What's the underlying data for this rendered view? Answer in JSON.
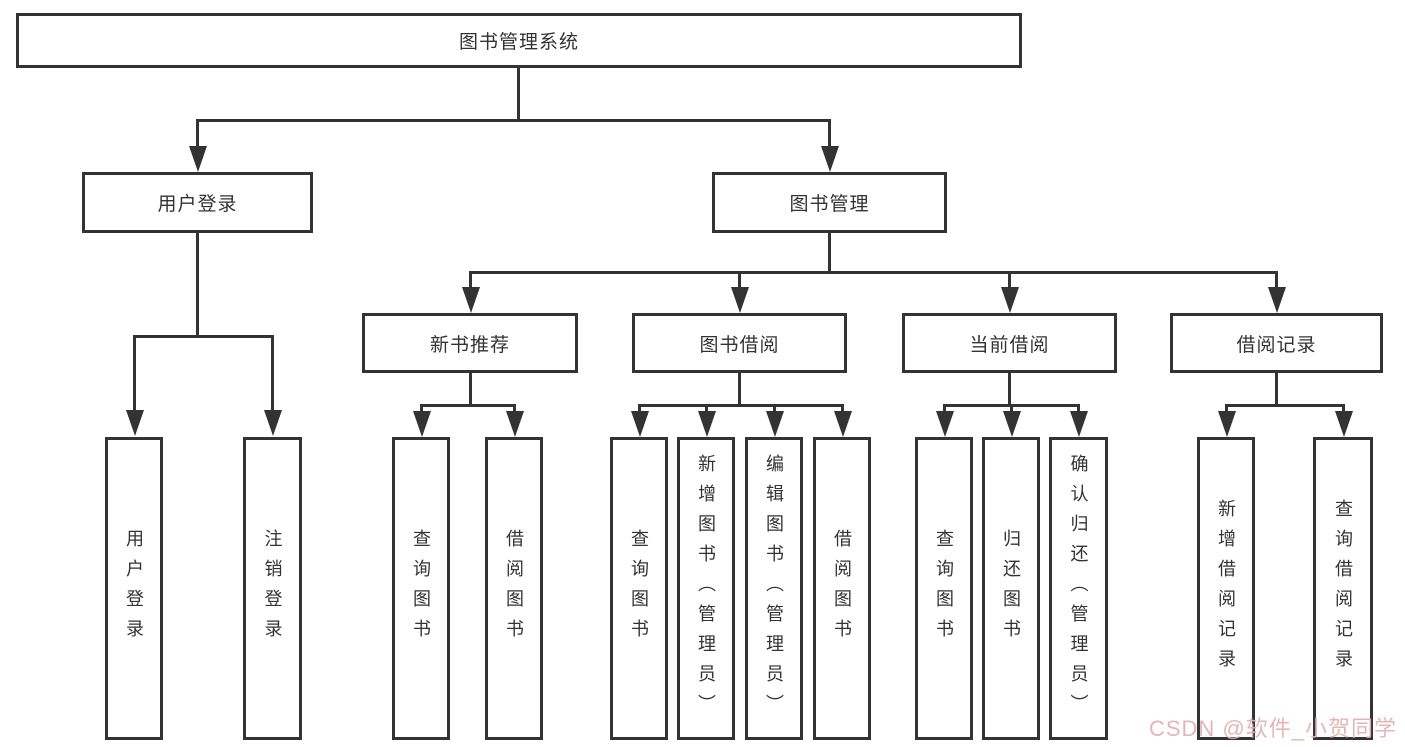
{
  "root": {
    "label": "图书管理系统"
  },
  "level1": [
    {
      "label": "用户登录"
    },
    {
      "label": "图书管理"
    }
  ],
  "level2": [
    {
      "label": "新书推荐"
    },
    {
      "label": "图书借阅"
    },
    {
      "label": "当前借阅"
    },
    {
      "label": "借阅记录"
    }
  ],
  "leaves": [
    {
      "label": "用户登录"
    },
    {
      "label": "注销登录"
    },
    {
      "label": "查询图书"
    },
    {
      "label": "借阅图书"
    },
    {
      "label": "查询图书"
    },
    {
      "label": "新增图书（管理员）"
    },
    {
      "label": "编辑图书（管理员）"
    },
    {
      "label": "借阅图书"
    },
    {
      "label": "查询图书"
    },
    {
      "label": "归还图书"
    },
    {
      "label": "确认归还（管理员）"
    },
    {
      "label": "新增借阅记录"
    },
    {
      "label": "查询借阅记录"
    }
  ],
  "watermark": {
    "text": "CSDN @软件_小贺同学",
    "color": "#e2b3b3"
  },
  "colors": {
    "line": "#333333",
    "border": "#333333",
    "text": "#333333",
    "background": "#ffffff"
  }
}
